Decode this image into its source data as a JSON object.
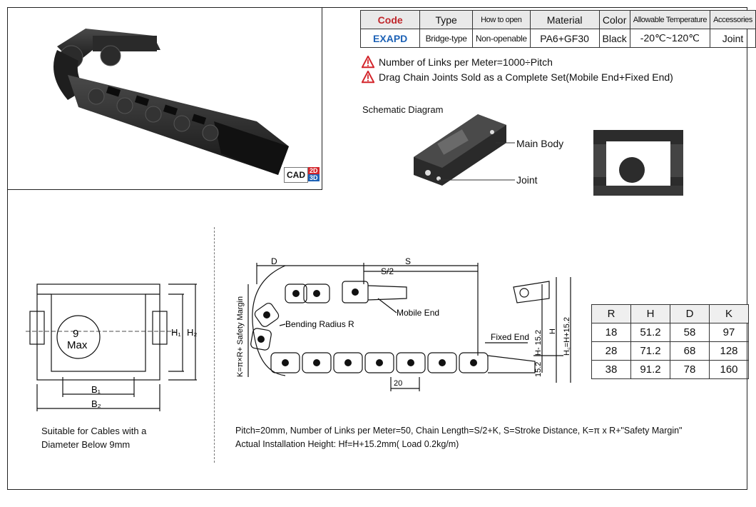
{
  "spec_table": {
    "headers": [
      "Code",
      "Type",
      "How to open",
      "Material",
      "Color",
      "Allowable Temperature",
      "Accessories"
    ],
    "row": [
      "EXAPD",
      "Bridge-type",
      "Non-openable",
      "PA6+GF30",
      "Black",
      "-20℃~120℃",
      "Joint"
    ]
  },
  "notes": [
    "Number of Links per Meter=1000÷Pitch",
    "Drag Chain Joints Sold as a Complete Set(Mobile End+Fixed End)"
  ],
  "schematic": {
    "title": "Schematic Diagram",
    "main_body": "Main Body",
    "joint": "Joint"
  },
  "cad_badge": {
    "cad": "CAD",
    "d2": "2D",
    "d3": "3D"
  },
  "cross_section": {
    "max_label_1": "9",
    "max_label_2": "Max",
    "h1": "H₁",
    "h2": "H₂",
    "b1": "B₁",
    "b2": "B₂"
  },
  "side_view": {
    "d": "D",
    "s": "S",
    "s_half": "S/2",
    "k_formula": "K=π×R+ Safety Margin",
    "bending_radius": "Bending Radius R",
    "mobile_end": "Mobile End",
    "fixed_end": "Fixed End",
    "pitch_20": "20",
    "h_minus": "H- 15.2",
    "h": "H",
    "hf": "H꜀=H+15.2",
    "v152": "15.2"
  },
  "dims_table": {
    "headers": [
      "R",
      "H",
      "D",
      "K"
    ],
    "rows": [
      [
        "18",
        "51.2",
        "58",
        "97"
      ],
      [
        "28",
        "71.2",
        "68",
        "128"
      ],
      [
        "38",
        "91.2",
        "78",
        "160"
      ]
    ]
  },
  "captions": {
    "left_1": "Suitable for Cables with a",
    "left_2": "Diameter Below 9mm",
    "bottom_1": "Pitch=20mm, Number of Links per Meter=50, Chain Length=S/2+K, S=Stroke Distance, K=π x R+\"Safety Margin\"",
    "bottom_2": "Actual Installation Height: Hf=H+15.2mm( Load 0.2kg/m)"
  },
  "colors": {
    "code_red": "#c0262b",
    "code_blue": "#1d62b6",
    "warn_red": "#d3252b"
  }
}
